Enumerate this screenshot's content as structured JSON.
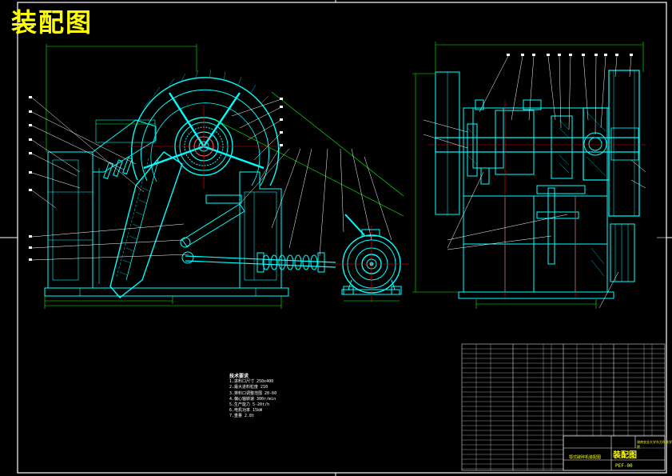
{
  "drawing": {
    "title": "装配图",
    "sheet_name": "装配图",
    "drawing_number": "PEF-00",
    "school_text": "湖南农业大学东方科技学院",
    "titleblock_label": "颚式破碎机装配图",
    "tech_requirements_heading": "技术要求",
    "tech_requirements": [
      "1.进料口尺寸 250x400",
      "2.最大进料粒度 210",
      "3.排料口调整范围 20-60",
      "4.偏心轴转速 300r/min",
      "5.生产能力 5-20t/h",
      "6.电机功率 15kW",
      "7.重量 2.8t"
    ]
  },
  "colors": {
    "background": "#000000",
    "outline": "#00ffff",
    "frame": "#ffffff",
    "center": "#ff0000",
    "dimension": "#00ff00",
    "title": "#ffff00",
    "hatch": "#00bbbb"
  }
}
